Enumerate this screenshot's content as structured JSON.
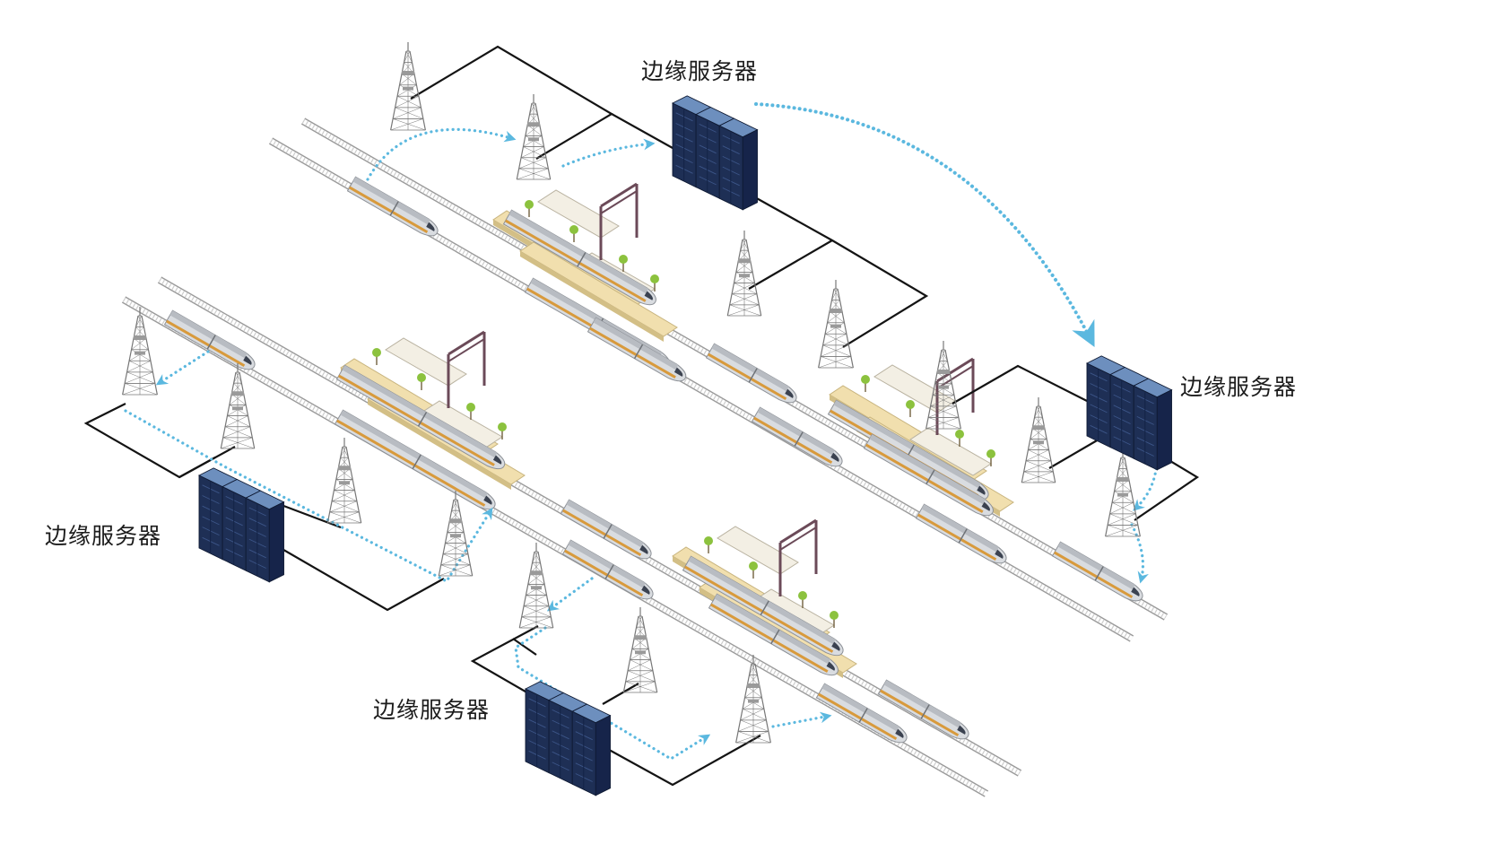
{
  "labels": {
    "server_top": "边缘服务器",
    "server_right": "边缘服务器",
    "server_left": "边缘服务器",
    "server_bottom": "边缘服务器"
  },
  "colors": {
    "background": "#ffffff",
    "link_line": "#141414",
    "data_flow": "#5bb8df",
    "server_body": "#1e2f55",
    "server_top": "#6d8fbe",
    "rail": "#9a9a9a",
    "train_body": "#d9dce0",
    "train_stripe": "#d89a3c",
    "platform": "#f1dfae",
    "tower": "#777777"
  },
  "icons": {
    "server": "edge-server-rack-icon",
    "tower": "communication-tower-icon",
    "train": "high-speed-train-icon",
    "station": "railway-station-icon"
  }
}
